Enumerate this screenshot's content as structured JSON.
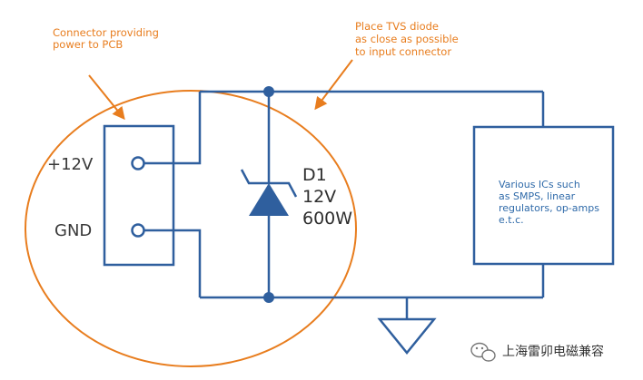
{
  "annotations": {
    "connector": [
      "Connector providing",
      "power to PCB"
    ],
    "tvs": [
      "Place TVS diode",
      "as close as possible",
      "to input connector"
    ]
  },
  "connector": {
    "pin1_label": "+12V",
    "pin2_label": "GND"
  },
  "diode": {
    "lines": [
      "D1",
      "12V",
      "600W"
    ]
  },
  "ic_block": {
    "lines": [
      "Various ICs such",
      "as SMPS, linear",
      "regulators, op-amps",
      "e.t.c."
    ]
  },
  "watermark": {
    "text": "上海雷卯电磁兼容"
  },
  "colors": {
    "wire": "#2f5f9e",
    "annotation": "#e87d1e"
  }
}
